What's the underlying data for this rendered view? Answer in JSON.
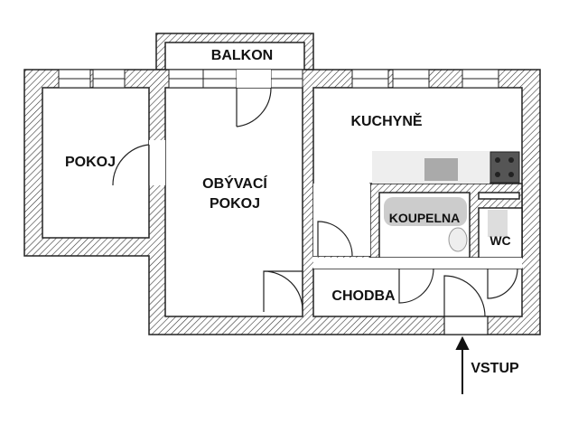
{
  "rooms": {
    "balcony": "BALKON",
    "bedroom": "POKOJ",
    "living_room_line1": "OBÝVACÍ",
    "living_room_line2": "POKOJ",
    "kitchen": "KUCHYNĚ",
    "bathroom": "KOUPELNA",
    "wc": "WC",
    "hallway": "CHODBA"
  },
  "entrance_label": "VSTUP",
  "colors": {
    "wall": "#222222",
    "counter": "#eeeeee",
    "stove": "#555555",
    "fixture": "#cccccc"
  }
}
